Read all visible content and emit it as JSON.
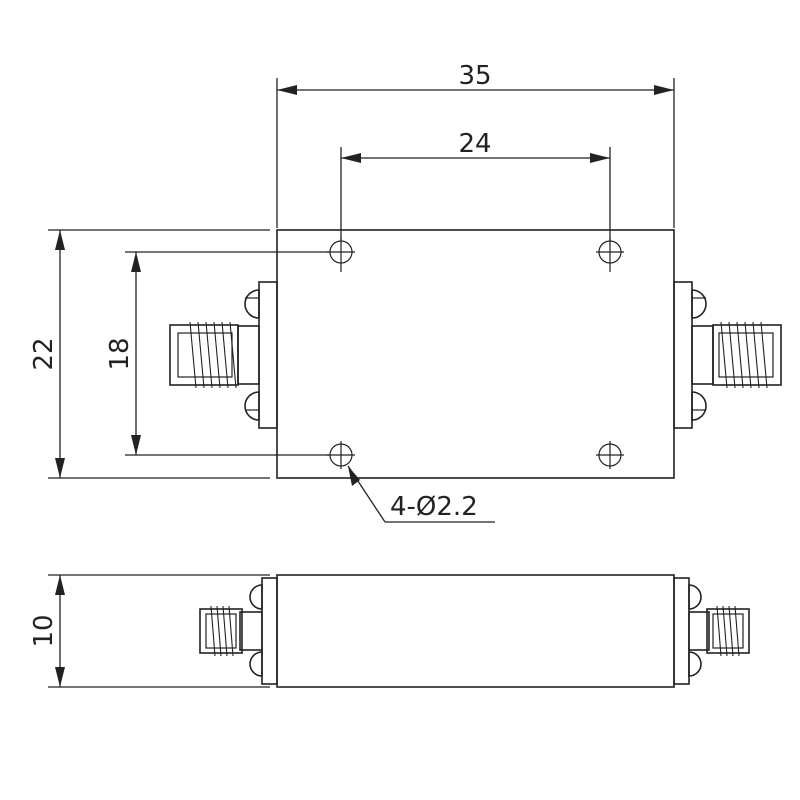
{
  "dimensions": {
    "overall_length": "35",
    "hole_spacing_x": "24",
    "overall_width": "22",
    "hole_spacing_y": "18",
    "height": "10",
    "hole_callout": "4-Ø2.2"
  },
  "colors": {
    "line": "#222222",
    "background": "#ffffff"
  }
}
